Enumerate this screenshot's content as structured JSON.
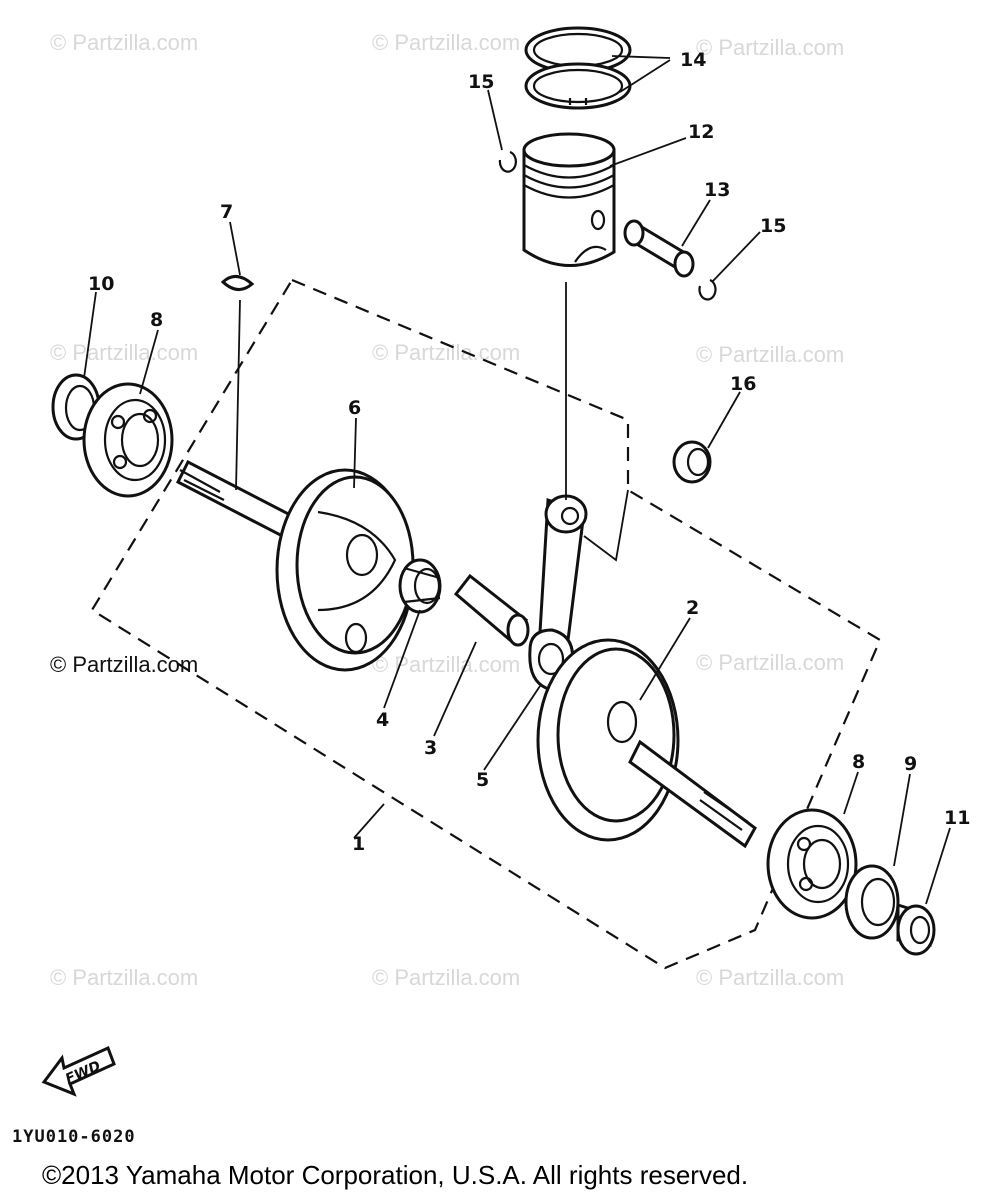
{
  "callouts": {
    "c1": "1",
    "c2": "2",
    "c3": "3",
    "c4": "4",
    "c5": "5",
    "c6": "6",
    "c7": "7",
    "c8a": "8",
    "c8b": "8",
    "c9": "9",
    "c10": "10",
    "c11": "11",
    "c12": "12",
    "c13": "13",
    "c14": "14",
    "c15a": "15",
    "c15b": "15",
    "c16": "16"
  },
  "watermark": "© Partzilla.com",
  "watermark_main": "© Partzilla.com",
  "fwd_label": "FWD",
  "diagram_code": "1YU010-6020",
  "copyright": "©2013 Yamaha Motor Corporation, U.S.A. All rights reserved."
}
